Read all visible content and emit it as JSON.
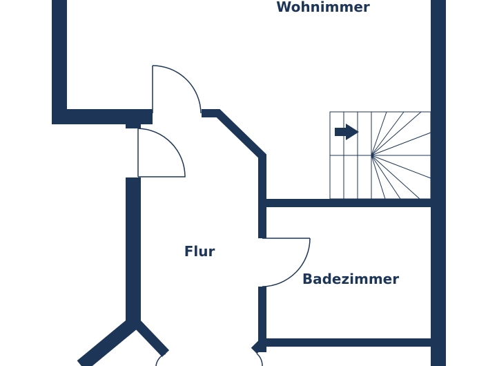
{
  "plan": {
    "title": "Grundriss",
    "rooms": {
      "living": "Wohnimmer",
      "hall": "Flur",
      "bath": "Badezimmer"
    },
    "stair_direction": "right",
    "colors": {
      "wall": "#1d3557",
      "line": "#1d3557",
      "background": "#ffffff"
    }
  }
}
